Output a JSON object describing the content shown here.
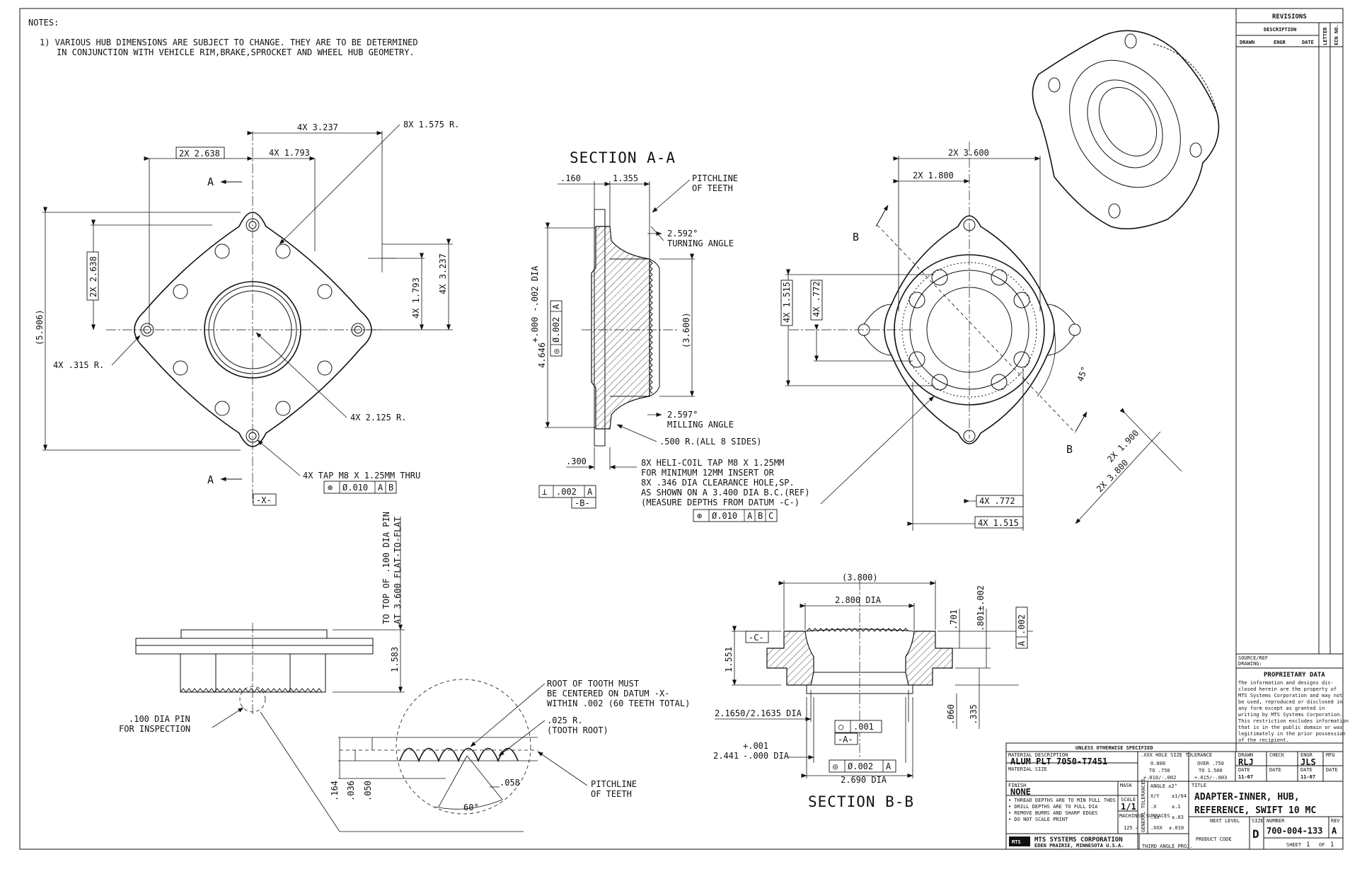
{
  "notes": {
    "heading": "NOTES:",
    "line1": "1) VARIOUS HUB DIMENSIONS ARE SUBJECT TO CHANGE. THEY ARE TO BE DETERMINED",
    "line2": "IN CONJUNCTION WITH VEHICLE RIM,BRAKE,SPROCKET AND WHEEL HUB GEOMETRY."
  },
  "front_view": {
    "d_4x3237": "4X 3.237",
    "d_8x1575r": "8X 1.575 R.",
    "d_2x2638_top": "2X 2.638",
    "d_4x1793_top": "4X 1.793",
    "d_2x2638_side": "2X 2.638",
    "d_4x1793_side": "4X 1.793",
    "d_4x3237_side": "4X 3.237",
    "d_5906": "(5.906)",
    "d_4x315r": "4X .315 R.",
    "d_4x2125r": "4X 2.125 R.",
    "tap": "4X TAP M8 X 1.25MM THRU",
    "fcf_sym": "⊕",
    "fcf_tol": "Ø.010",
    "fcf_a": "A",
    "fcf_b": "B",
    "datum_x": "-X-",
    "cut_a_top": "A",
    "cut_a_bot": "A"
  },
  "section_aa": {
    "title": "SECTION A-A",
    "d_160": ".160",
    "d_1355": "1.355",
    "pitchline": "PITCHLINE",
    "of_teeth": "OF TEETH",
    "turning_deg": "2.592°",
    "turning": "TURNING ANGLE",
    "dia_main": "4.646",
    "dia_tol": "+.000 -.002 DIA",
    "fcf_sym": "◎",
    "fcf_tol": "Ø.002",
    "fcf_a": "A",
    "d_3600": "(3.600)",
    "milling_deg": "2.597°",
    "milling": "MILLING ANGLE",
    "d_500r": ".500 R.(ALL 8 SIDES)",
    "d_300": ".300",
    "perp_sym": "⊥",
    "perp_tol": ".002",
    "perp_a": "A",
    "datum_b": "-B-",
    "heli1": "8X HELI-COIL TAP M8 X 1.25MM",
    "heli2": "FOR MINIMUM 12MM INSERT OR",
    "heli3": "8X .346 DIA CLEARANCE HOLE,SP.",
    "heli4": "AS SHOWN ON A 3.400 DIA B.C.(REF)",
    "heli5": "(MEASURE DEPTHS FROM DATUM -C-)",
    "fcf2_sym": "⊕",
    "fcf2_tol": "Ø.010",
    "fcf2_a": "A",
    "fcf2_b": "B",
    "fcf2_c": "C"
  },
  "rear_view": {
    "d_2x3600": "2X 3.600",
    "d_2x1800": "2X 1.800",
    "d_4x1515_side": "4X 1.515",
    "d_4x772_side": "4X .772",
    "d_45": "45°",
    "d_2x1900": "2X 1.900",
    "d_2x3800": "2X 3.800",
    "d_4x772_bot": "4X .772",
    "d_4x1515_bot": "4X 1.515",
    "cut_b_top": "B",
    "cut_b_bot": "B"
  },
  "side_view": {
    "pin1": "TO TOP OF .100 DIA PIN",
    "pin2": "AT 3.600 FLAT-TO-FLAT",
    "d_1583": "1.583",
    "pin_insp1": ".100 DIA PIN",
    "pin_insp2": "FOR INSPECTION"
  },
  "tooth_detail": {
    "root1": "ROOT OF TOOTH MUST",
    "root2": "BE CENTERED ON DATUM -X-",
    "root3": "WITHIN .002 (60 TEETH TOTAL)",
    "r025": ".025 R.",
    "root_lbl": "(TOOTH ROOT)",
    "d_058": ".058",
    "d_164": ".164",
    "d_036": ".036",
    "d_050": ".050",
    "d_60": "60°",
    "pitchline": "PITCHLINE",
    "of_teeth": "OF TEETH"
  },
  "section_bb": {
    "title": "SECTION B-B",
    "d_3800": "(3.800)",
    "d_2800": "2.800 DIA",
    "d_701": ".701",
    "d_801": ".801±.002",
    "fcf_tol": ".002",
    "fcf_a": "A",
    "datum_c": "-C-",
    "d_1551": "1.551",
    "d_2165": "2.1650/2.1635 DIA",
    "perp_sym": "○",
    "perp_tol": ".001",
    "datum_a": "-A-",
    "d_060": ".060",
    "d_335": ".335",
    "d_2441": "2.441",
    "d_2441_tol_p": "+.001",
    "d_2441_tol_m": "-.000 DIA",
    "fcf2_sym": "◎",
    "fcf2_tol": "Ø.002",
    "fcf2_a": "A",
    "d_2690": "2.690 DIA"
  },
  "revisions": {
    "title": "REVISIONS",
    "description": "DESCRIPTION",
    "drawn": "DRAWN",
    "engr": "ENGR",
    "date": "DATE",
    "letter": "LETTER",
    "ecn": "ECN NO."
  },
  "proprietary": {
    "source1": "SOURCE/REF",
    "source2": "DRAWING:",
    "title": "PROPRIETARY DATA",
    "l1": "The information and designs dis-",
    "l2": "closed herein are the property of",
    "l3": "MTS Systems Corporation and may not",
    "l4": "be used, reproduced or disclosed in",
    "l5": "any form except as granted in",
    "l6": "writing by MTS Systems Corporation.",
    "l7": "This restriction excludes information",
    "l8": "that is in the public domain or was",
    "l9": "legitimately in the prior possession",
    "l10": "of the recipient."
  },
  "title_block": {
    "unless": "UNLESS OTHERWISE SPECIFIED",
    "mat_desc_lbl": "MATERIAL DESCRIPTION",
    "mat_desc": "ALUM PLT 7050-T7451",
    "mat_size_lbl": "MATERIAL SIZE",
    "hole_tol": ".XXX HOLE SIZE TOLERANCE",
    "ht_a1": "0.000",
    "ht_a2": "TO .750",
    "ht_a3": "+.010/-.002",
    "ht_b1": "OVER .750",
    "ht_b2": "TO 1.500",
    "ht_b3": "+.015/-.003",
    "finish_lbl": "FINISH",
    "finish": "NONE",
    "mask": "MASK",
    "angle": "ANGLE ±2°",
    "frac": "X/Y",
    "frac_tol": "±1/64",
    "x1": ".X",
    "x1t": "±.1",
    "x2": ".XX",
    "x2t": "±.03",
    "x3": ".XXX",
    "x3t": "±.010",
    "gen_tol": "GENERAL TOLERANCES",
    "n1": "• THREAD DEPTHS ARE TO MIN FULL THDS",
    "n2": "• DRILL DEPTHS ARE TO FULL DIA",
    "n3": "• REMOVE BURRS AND SHARP EDGES",
    "n4": "• DO NOT SCALE PRINT",
    "scale_lbl": "SCALE",
    "scale": "1/1",
    "machined": "MACHINED SURFACES",
    "machined_v": "125 ✓",
    "company": "MTS SYSTEMS CORPORATION",
    "address": "EDEN PRAIRIE, MINNESOTA U.S.A.",
    "logo": "MTS",
    "third_angle": "THIRD ANGLE PROJ.",
    "drawn_lbl": "DRAWN",
    "drawn": "RLJ",
    "check_lbl": "CHECK",
    "engr_lbl": "ENGR",
    "engr": "JLS",
    "mfg_lbl": "MFG",
    "date_lbl": "DATE",
    "date1": "11-07",
    "date3": "11-07",
    "title_lbl": "TITLE",
    "title1": "ADAPTER-INNER, HUB,",
    "title2": "REFERENCE, SWIFT 10 MC",
    "next_level": "NEXT LEVEL",
    "product_code": "PRODUCT CODE",
    "size_lbl": "SIZE",
    "size": "D",
    "number_lbl": "NUMBER",
    "number": "700-004-133",
    "rev_lbl": "REV",
    "rev": "A",
    "sheet_lbl": "SHEET",
    "sheet": "1",
    "of_lbl": "OF",
    "of": "1"
  }
}
